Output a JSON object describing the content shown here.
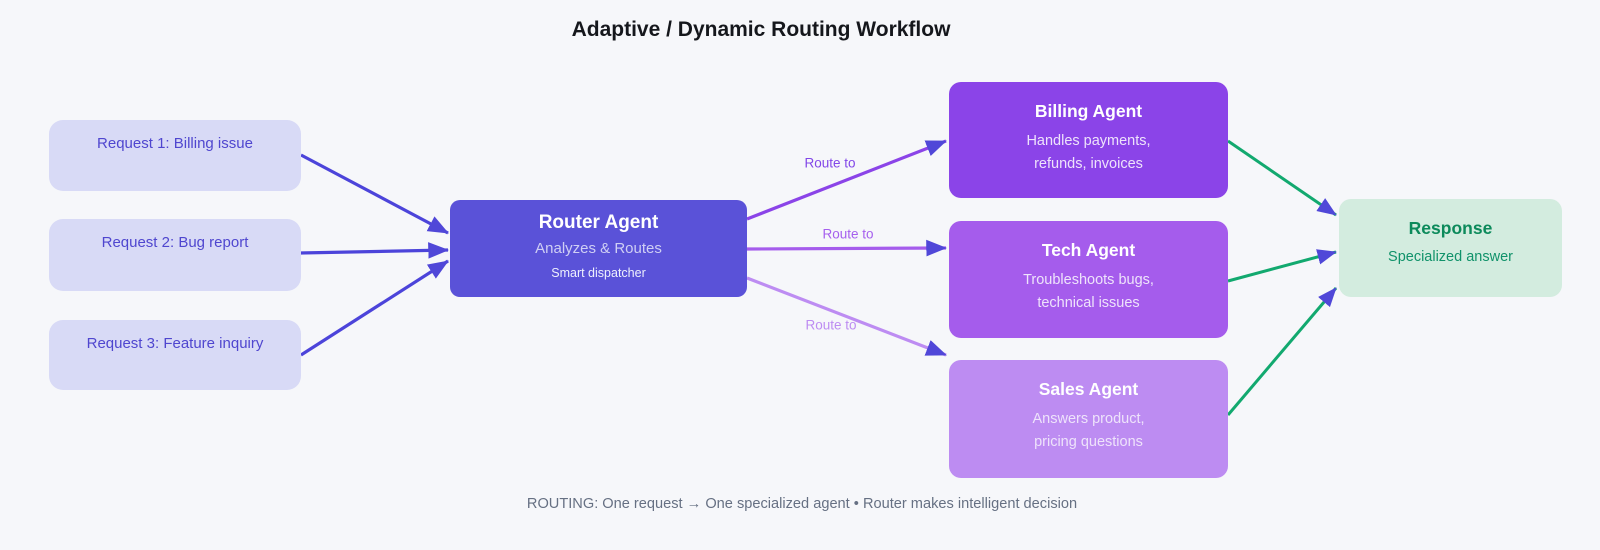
{
  "title": "Adaptive / Dynamic Routing Workflow",
  "caption": "ROUTING: One request → One specialized agent • Router makes intelligent decision",
  "requests": [
    {
      "label": "Request 1: Billing issue"
    },
    {
      "label": "Request 2: Bug report"
    },
    {
      "label": "Request 3: Feature inquiry"
    }
  ],
  "router": {
    "title": "Router Agent",
    "subtitle": "Analyzes & Routes",
    "note": "Smart dispatcher"
  },
  "agents": [
    {
      "title": "Billing Agent",
      "line1": "Handles payments,",
      "line2": "refunds, invoices"
    },
    {
      "title": "Tech Agent",
      "line1": "Troubleshoots bugs,",
      "line2": "technical issues"
    },
    {
      "title": "Sales Agent",
      "line1": "Answers product,",
      "line2": "pricing questions"
    }
  ],
  "response": {
    "title": "Response",
    "subtitle": "Specialized answer"
  },
  "edge_labels": [
    {
      "text": "Route to"
    },
    {
      "text": "Route to"
    },
    {
      "text": "Route to"
    }
  ],
  "colors": {
    "background": "#f6f7fa",
    "request_box": "#d8daf6",
    "request_text": "#4f46cf",
    "router_box": "#5a52d8",
    "billing_box": "#8b44e8",
    "tech_box": "#a55cec",
    "sales_box": "#bd8cf2",
    "response_box": "#d3ecdf",
    "response_text": "#0c8a5b",
    "edge_request": "#4c44da",
    "edge_billing": "#8b44e8",
    "edge_tech": "#a55cec",
    "edge_sales": "#bd8cf2",
    "edge_response": "#12a96f",
    "arrowhead": "#5047d8"
  }
}
